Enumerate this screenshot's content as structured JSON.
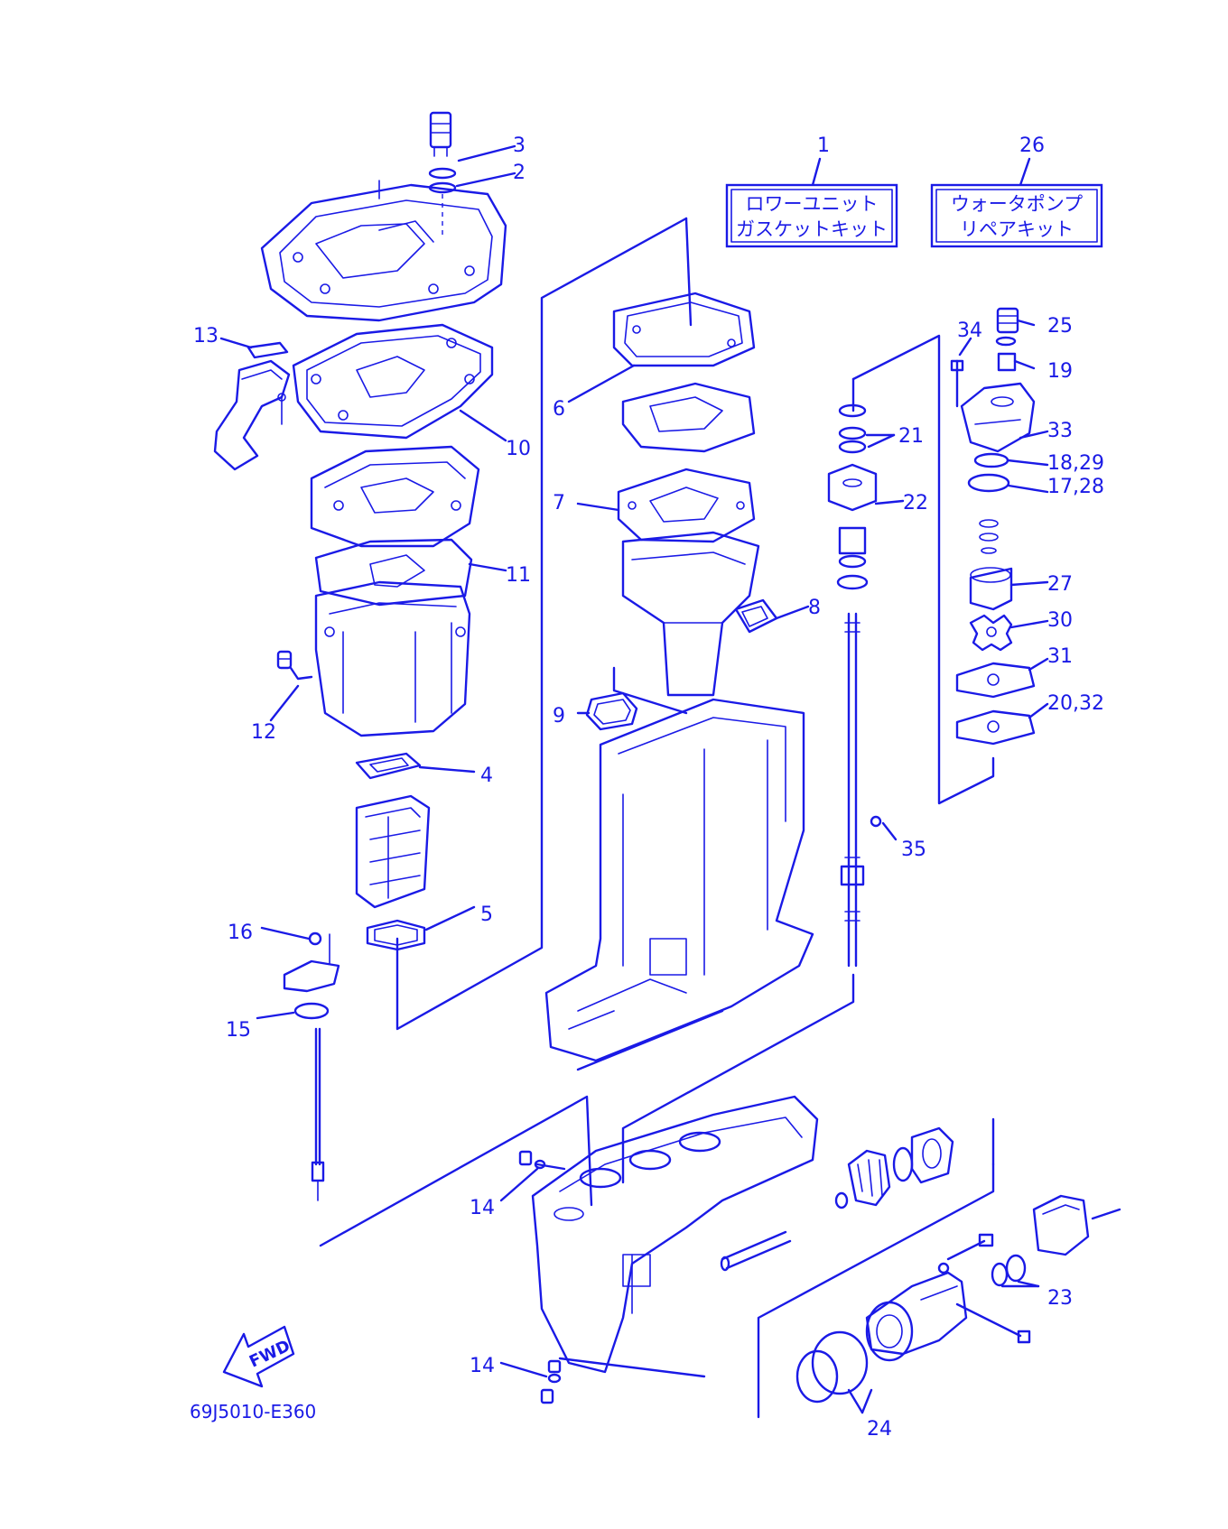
{
  "diagram": {
    "code": "69J5010-E360",
    "fwd": "FWD",
    "kits": [
      {
        "number": "1",
        "line1": "ロワーユニット",
        "line2": "ガスケットキット"
      },
      {
        "number": "26",
        "line1": "ウォータポンプ",
        "line2": "リペアキット"
      }
    ],
    "labels": {
      "p2": "2",
      "p3": "3",
      "p4": "4",
      "p5": "5",
      "p6": "6",
      "p7": "7",
      "p8": "8",
      "p9": "9",
      "p10": "10",
      "p11": "11",
      "p12": "12",
      "p13": "13",
      "p14a": "14",
      "p14b": "14",
      "p15": "15",
      "p16": "16",
      "p17": "17,28",
      "p18": "18,29",
      "p19": "19",
      "p20": "20,32",
      "p21": "21",
      "p22": "22",
      "p23": "23",
      "p24": "24",
      "p25": "25",
      "p27": "27",
      "p30": "30",
      "p31": "31",
      "p33": "33",
      "p34": "34",
      "p35": "35"
    },
    "colors": {
      "ink": "#1a1ae6",
      "background": "#ffffff"
    }
  }
}
